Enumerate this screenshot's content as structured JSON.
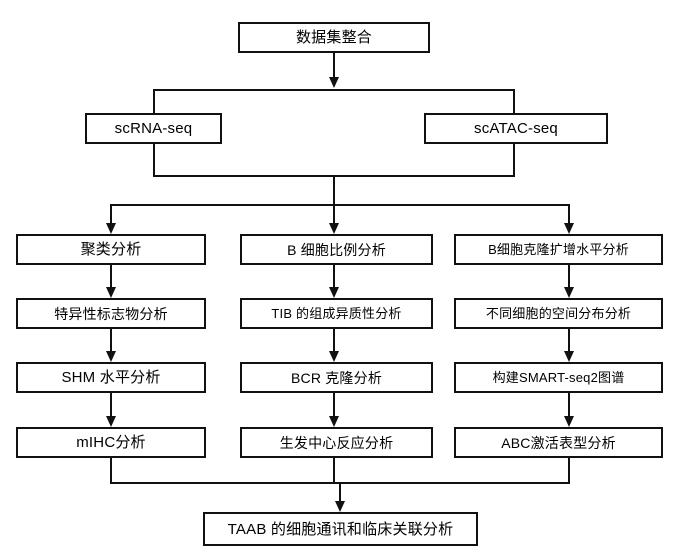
{
  "diagram": {
    "title_box": {
      "label": "数据集整合"
    },
    "platform_boxes": [
      {
        "label": "scRNA-seq"
      },
      {
        "label": "scATAC-seq"
      }
    ],
    "columns": [
      {
        "name": "column-1",
        "steps": [
          {
            "label": "聚类分析"
          },
          {
            "label": "特异性标志物分析"
          },
          {
            "label": "SHM 水平分析"
          },
          {
            "label": "mIHC分析"
          }
        ]
      },
      {
        "name": "column-2",
        "steps": [
          {
            "label": "B 细胞比例分析"
          },
          {
            "label": "TIB 的组成异质性分析"
          },
          {
            "label": "BCR 克隆分析"
          },
          {
            "label": "生发中心反应分析"
          }
        ]
      },
      {
        "name": "column-3",
        "steps": [
          {
            "label": "B细胞克隆扩增水平分析"
          },
          {
            "label": "不同细胞的空间分布分析"
          },
          {
            "label": "构建SMART-seq2图谱"
          },
          {
            "label": "ABC激活表型分析"
          }
        ]
      }
    ],
    "final_box": {
      "label": "TAAB 的细胞通讯和临床关联分析"
    },
    "colors": {
      "stroke": "#111111",
      "fill": "#ffffff",
      "text": "#000000"
    }
  }
}
